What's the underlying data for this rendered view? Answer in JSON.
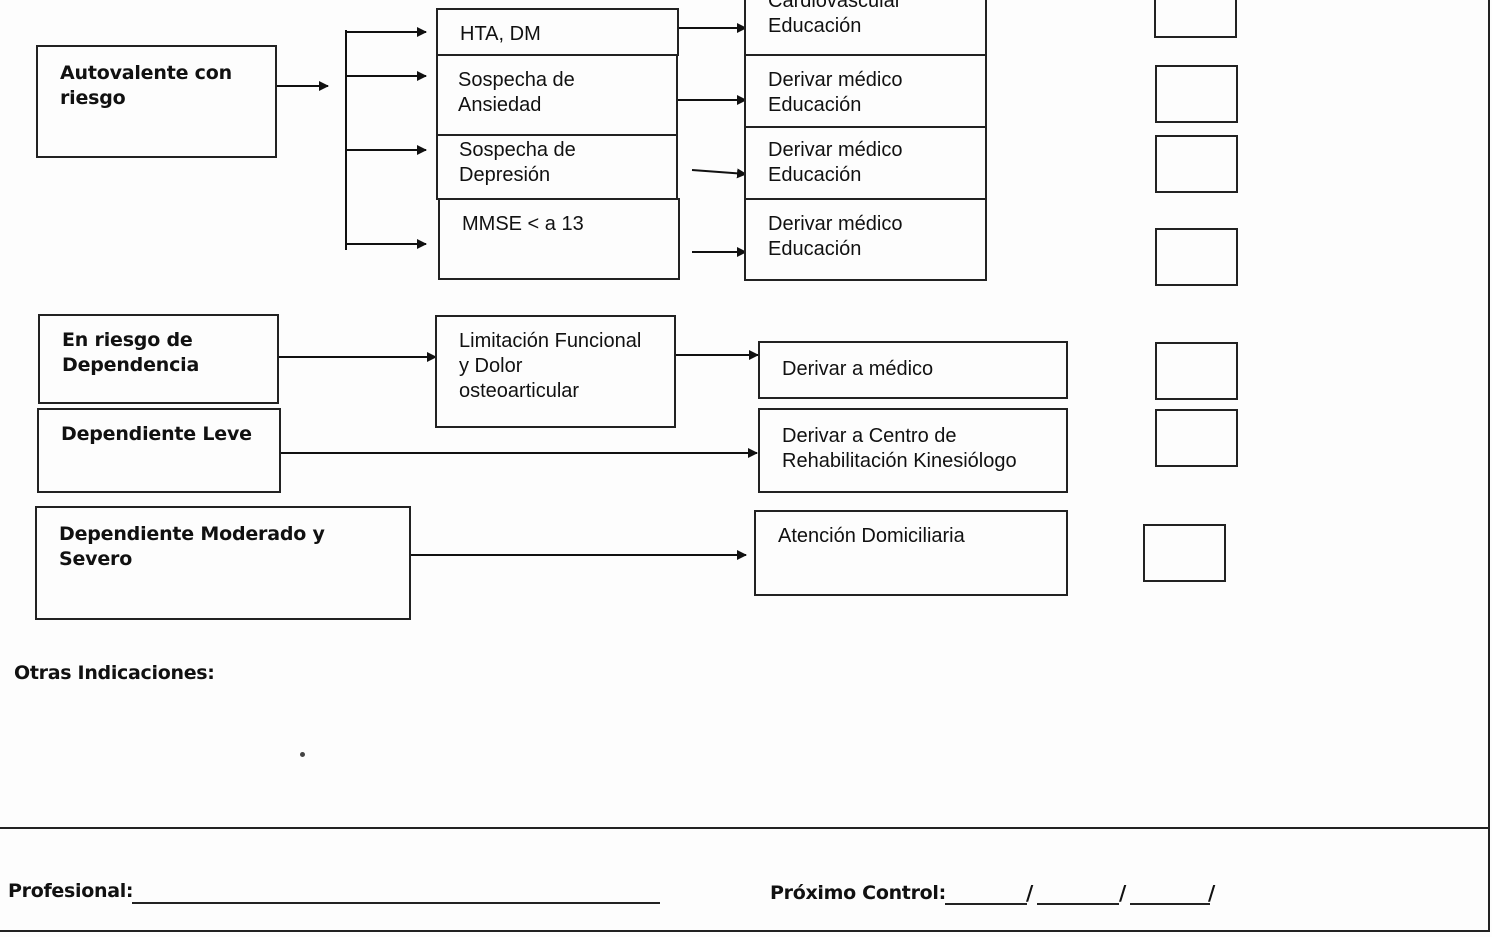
{
  "categories": {
    "autovalente": "Autovalente con\nriesgo",
    "en_riesgo": "En riesgo de\nDependencia",
    "dep_leve": "Dependiente Leve",
    "dep_moderado": "Dependiente Moderado y\nSevero"
  },
  "conditions": {
    "hta": "HTA, DM",
    "ansiedad": "Sospecha de\nAnsiedad",
    "depresion": "Sospecha  de\nDepresión",
    "mmse": "MMSE < a 13",
    "limitacion": "Limitación  Funcional\ny Dolor\nosteoarticular"
  },
  "actions": {
    "cardio": "Cardiovascular\nEducación",
    "ansiedad": "Derivar médico\nEducación",
    "depresion": "Derivar médico\nEducación",
    "mmse": "Derivar médico\nEducación",
    "derivar_medico": "Derivar a médico",
    "rehab": "Derivar  a Centro de\nRehabilitación Kinesiólogo",
    "domiciliaria": "Atención Domiciliaria"
  },
  "footer": {
    "otras": "Otras Indicaciones:",
    "profesional": "Profesional:",
    "proximo": "Próximo Control:",
    "slash": "/"
  }
}
